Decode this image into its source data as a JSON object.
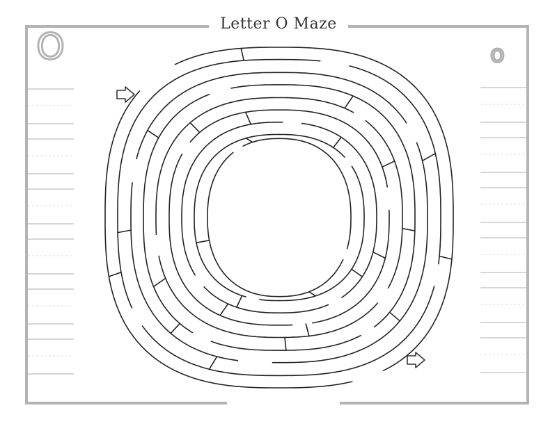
{
  "title": "Letter O Maze",
  "uppercase_letter": "O",
  "lowercase_letter": "o",
  "colors": {
    "frame": "#b3b3b3",
    "maze_line": "#222222",
    "guide_solid": "#bdbdbd",
    "guide_dashed": "#d9d9d9",
    "arrow": "#333333"
  },
  "icons": {
    "start": "arrow-right-icon",
    "finish": "arrow-right-icon"
  }
}
